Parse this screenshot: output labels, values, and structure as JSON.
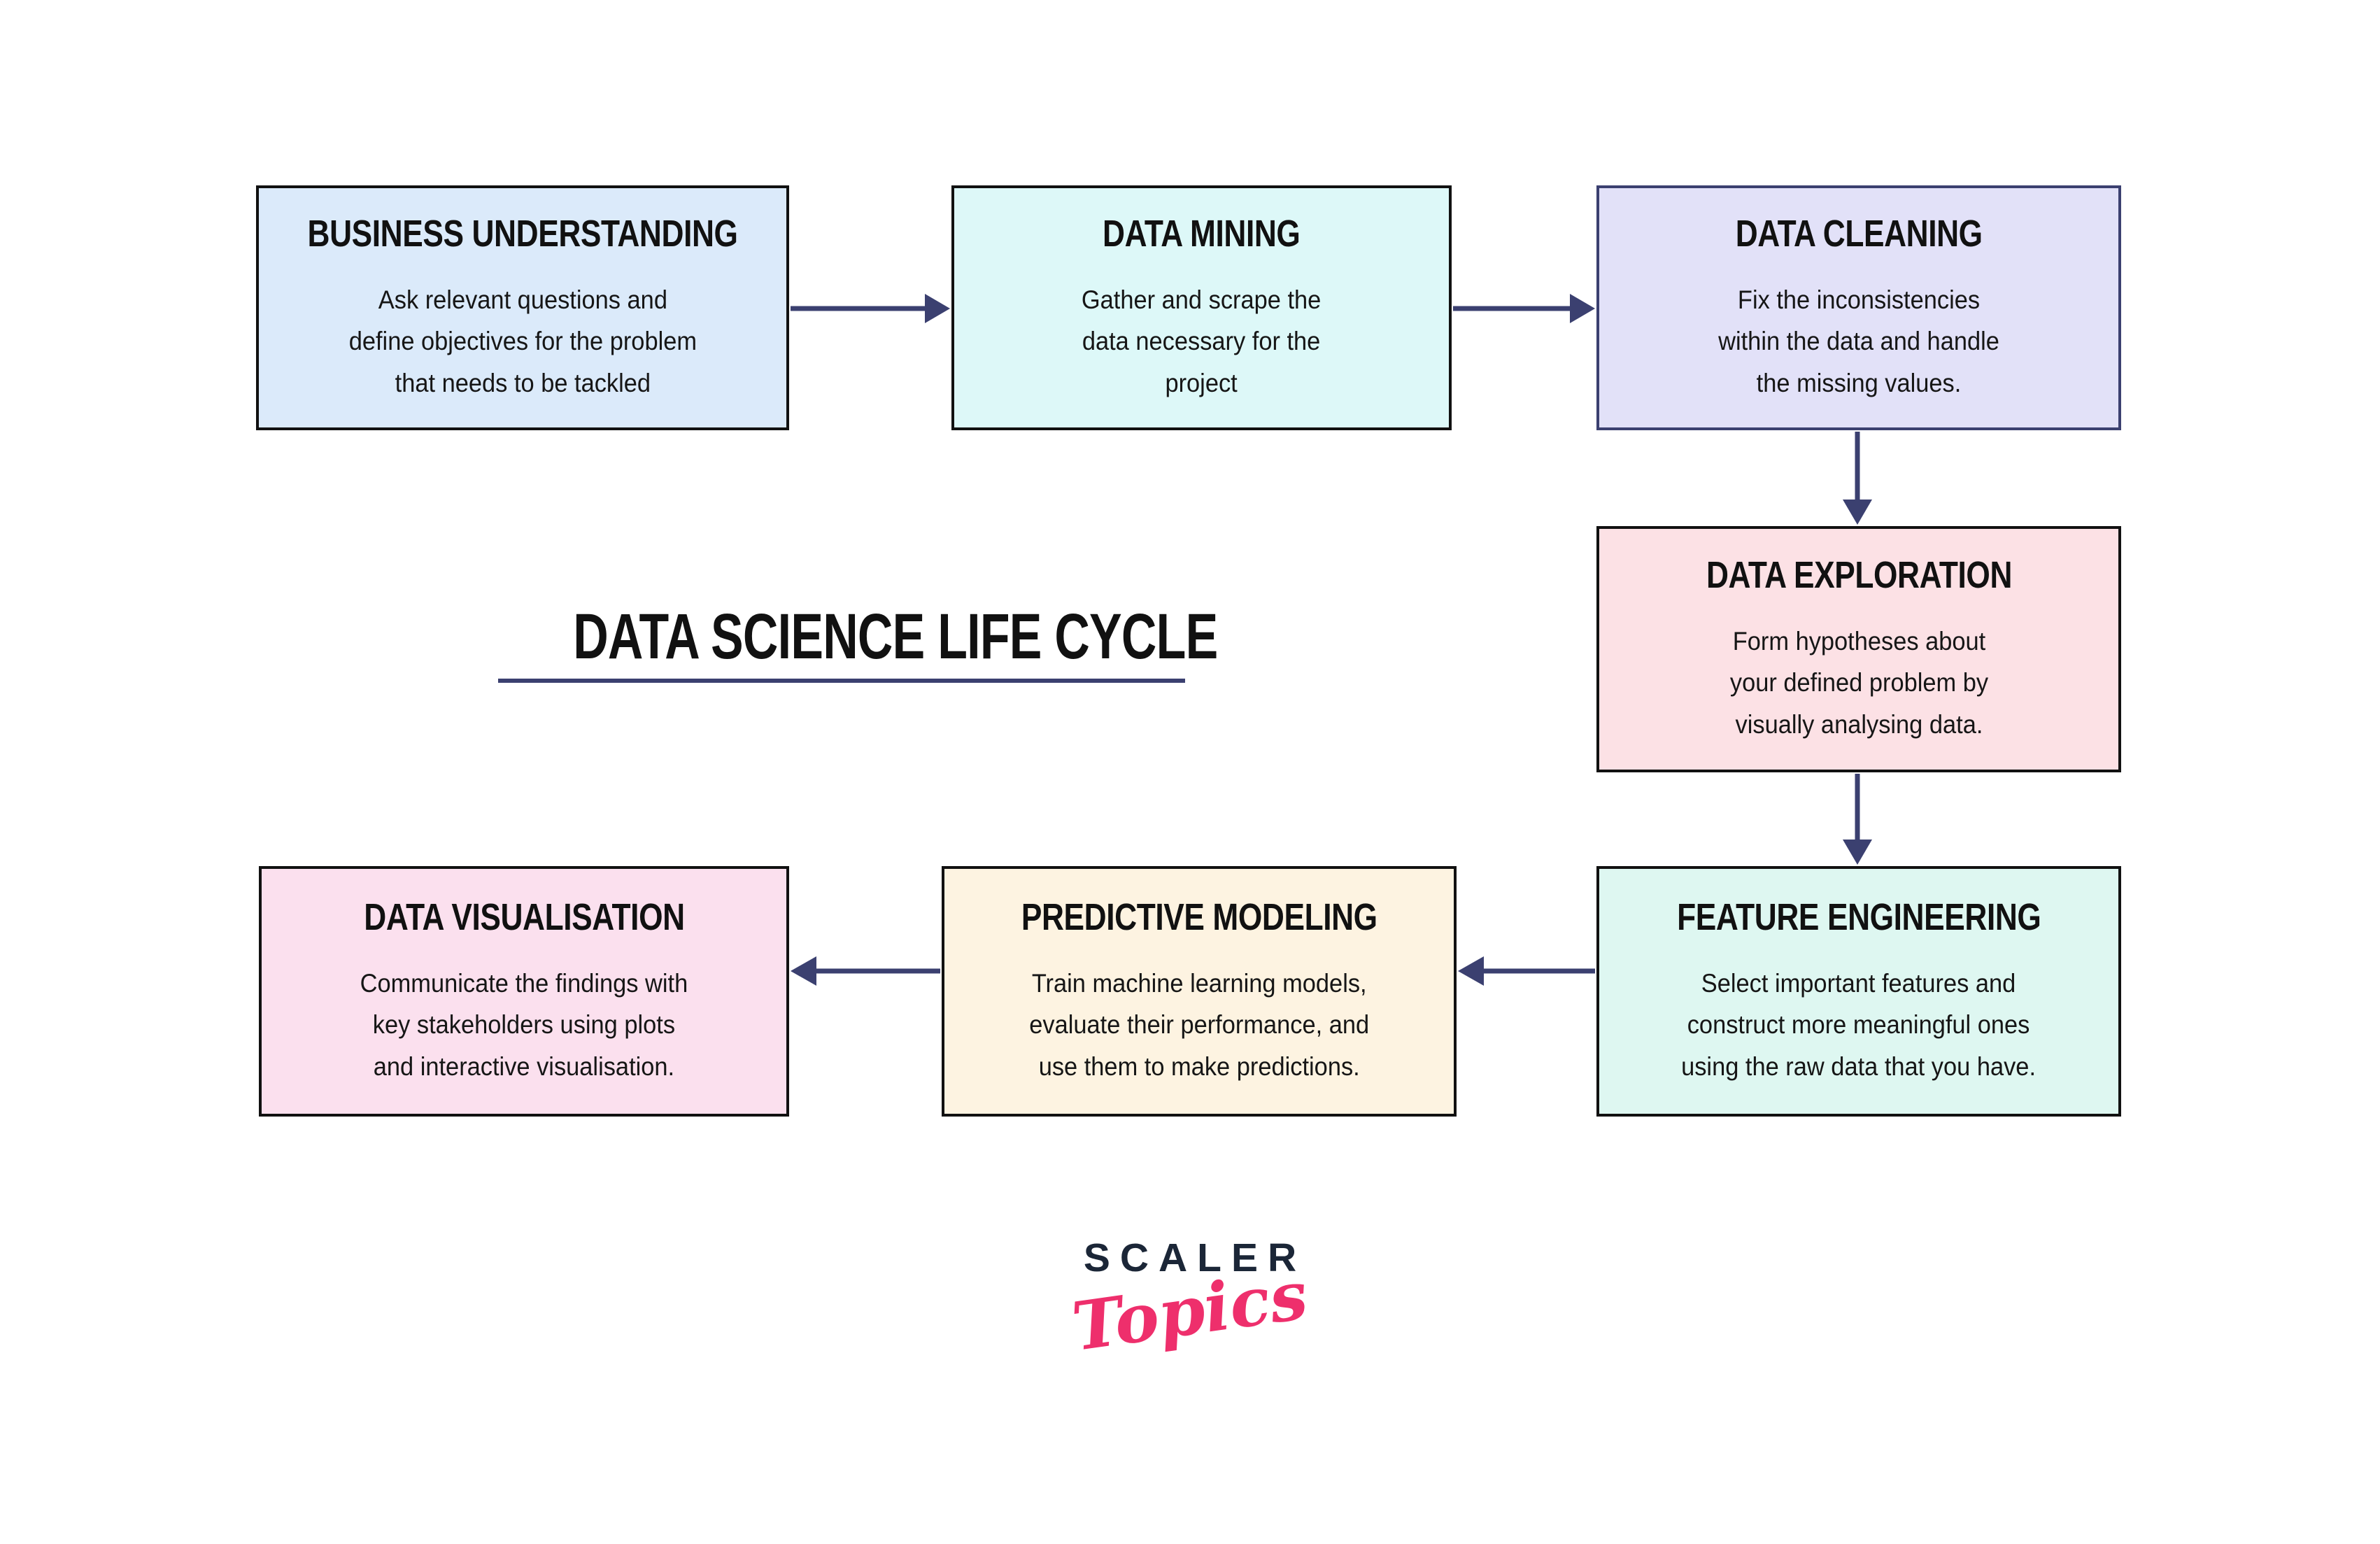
{
  "title": "DATA SCIENCE LIFE CYCLE",
  "colors": {
    "background": "#ffffff",
    "arrow": "#3b4070",
    "title_underline": "#3b4070",
    "box_border_default": "#111111",
    "logo_navy": "#1b2637",
    "logo_pink": "#ee2f6c"
  },
  "boxes": [
    {
      "id": "business-understanding",
      "title": "BUSINESS UNDERSTANDING",
      "description": "Ask relevant questions and\ndefine objectives for the problem\nthat needs to be tackled",
      "fill": "#dbeafa",
      "border": "#111111"
    },
    {
      "id": "data-mining",
      "title": "DATA MINING",
      "description": "Gather and scrape the\ndata necessary for the\nproject",
      "fill": "#ddf8f8",
      "border": "#111111"
    },
    {
      "id": "data-cleaning",
      "title": "DATA CLEANING",
      "description": "Fix the inconsistencies\nwithin the data and handle\nthe missing values.",
      "fill": "#e2e1f8",
      "border": "#3b4070"
    },
    {
      "id": "data-exploration",
      "title": "DATA EXPLORATION",
      "description": "Form hypotheses about\nyour defined problem by\nvisually analysing data.",
      "fill": "#fce1e5",
      "border": "#111111"
    },
    {
      "id": "feature-engineering",
      "title": "FEATURE ENGINEERING",
      "description": "Select important features and\nconstruct more meaningful ones\nusing the raw data that you have.",
      "fill": "#def7f1",
      "border": "#111111"
    },
    {
      "id": "predictive-modeling",
      "title": "PREDICTIVE MODELING",
      "description": "Train machine learning models,\nevaluate their performance, and\nuse them to make predictions.",
      "fill": "#fdf3e1",
      "border": "#111111"
    },
    {
      "id": "data-visualisation",
      "title": "DATA VISUALISATION",
      "description": "Communicate the findings with\nkey stakeholders using plots\nand interactive visualisation.",
      "fill": "#fbe0ee",
      "border": "#111111"
    }
  ],
  "arrows": [
    {
      "from": "BUSINESS UNDERSTANDING",
      "to": "DATA MINING",
      "direction": "right"
    },
    {
      "from": "DATA MINING",
      "to": "DATA CLEANING",
      "direction": "right"
    },
    {
      "from": "DATA CLEANING",
      "to": "DATA EXPLORATION",
      "direction": "down"
    },
    {
      "from": "DATA EXPLORATION",
      "to": "FEATURE ENGINEERING",
      "direction": "down"
    },
    {
      "from": "FEATURE ENGINEERING",
      "to": "PREDICTIVE MODELING",
      "direction": "left"
    },
    {
      "from": "PREDICTIVE MODELING",
      "to": "DATA VISUALISATION",
      "direction": "left"
    }
  ],
  "logo": {
    "brand": "SCALER",
    "sub": "Topics"
  }
}
